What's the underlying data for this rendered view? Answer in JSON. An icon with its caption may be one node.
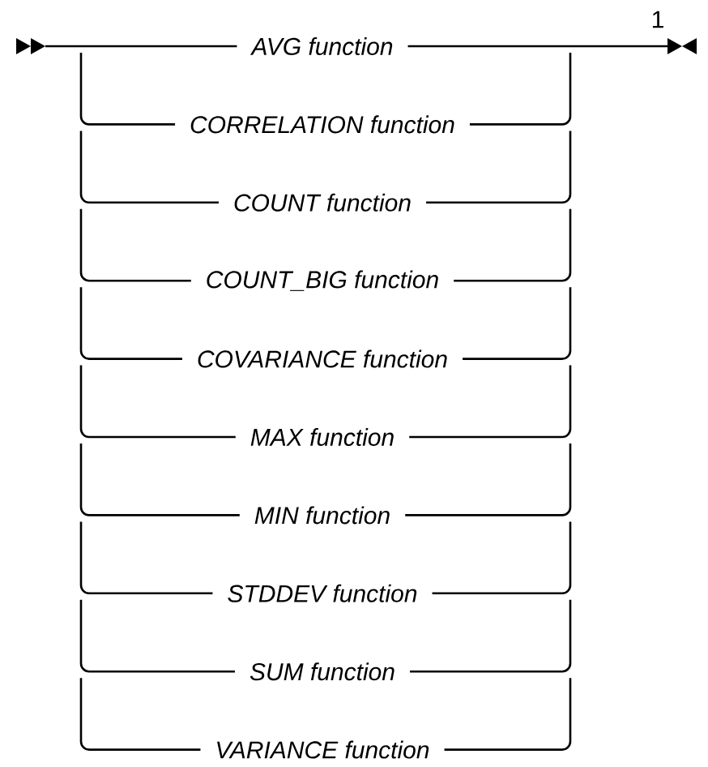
{
  "diagram": {
    "nodes": [
      {
        "text": [
          "AVG function"
        ]
      },
      {
        "text": [
          "CORRELATION function"
        ]
      },
      {
        "text": [
          "COUNT function"
        ]
      },
      {
        "text": [
          "COUNT_BIG function"
        ]
      },
      {
        "text": [
          "COVARIANCE function"
        ]
      },
      {
        "text": [
          "MAX function"
        ]
      },
      {
        "text": [
          "MIN function"
        ]
      },
      {
        "text": [
          "STDDEV function"
        ]
      },
      {
        "text": [
          "SUM function"
        ]
      },
      {
        "text": [
          "VARIANCE function"
        ]
      }
    ],
    "labels": [
      "1"
    ]
  }
}
